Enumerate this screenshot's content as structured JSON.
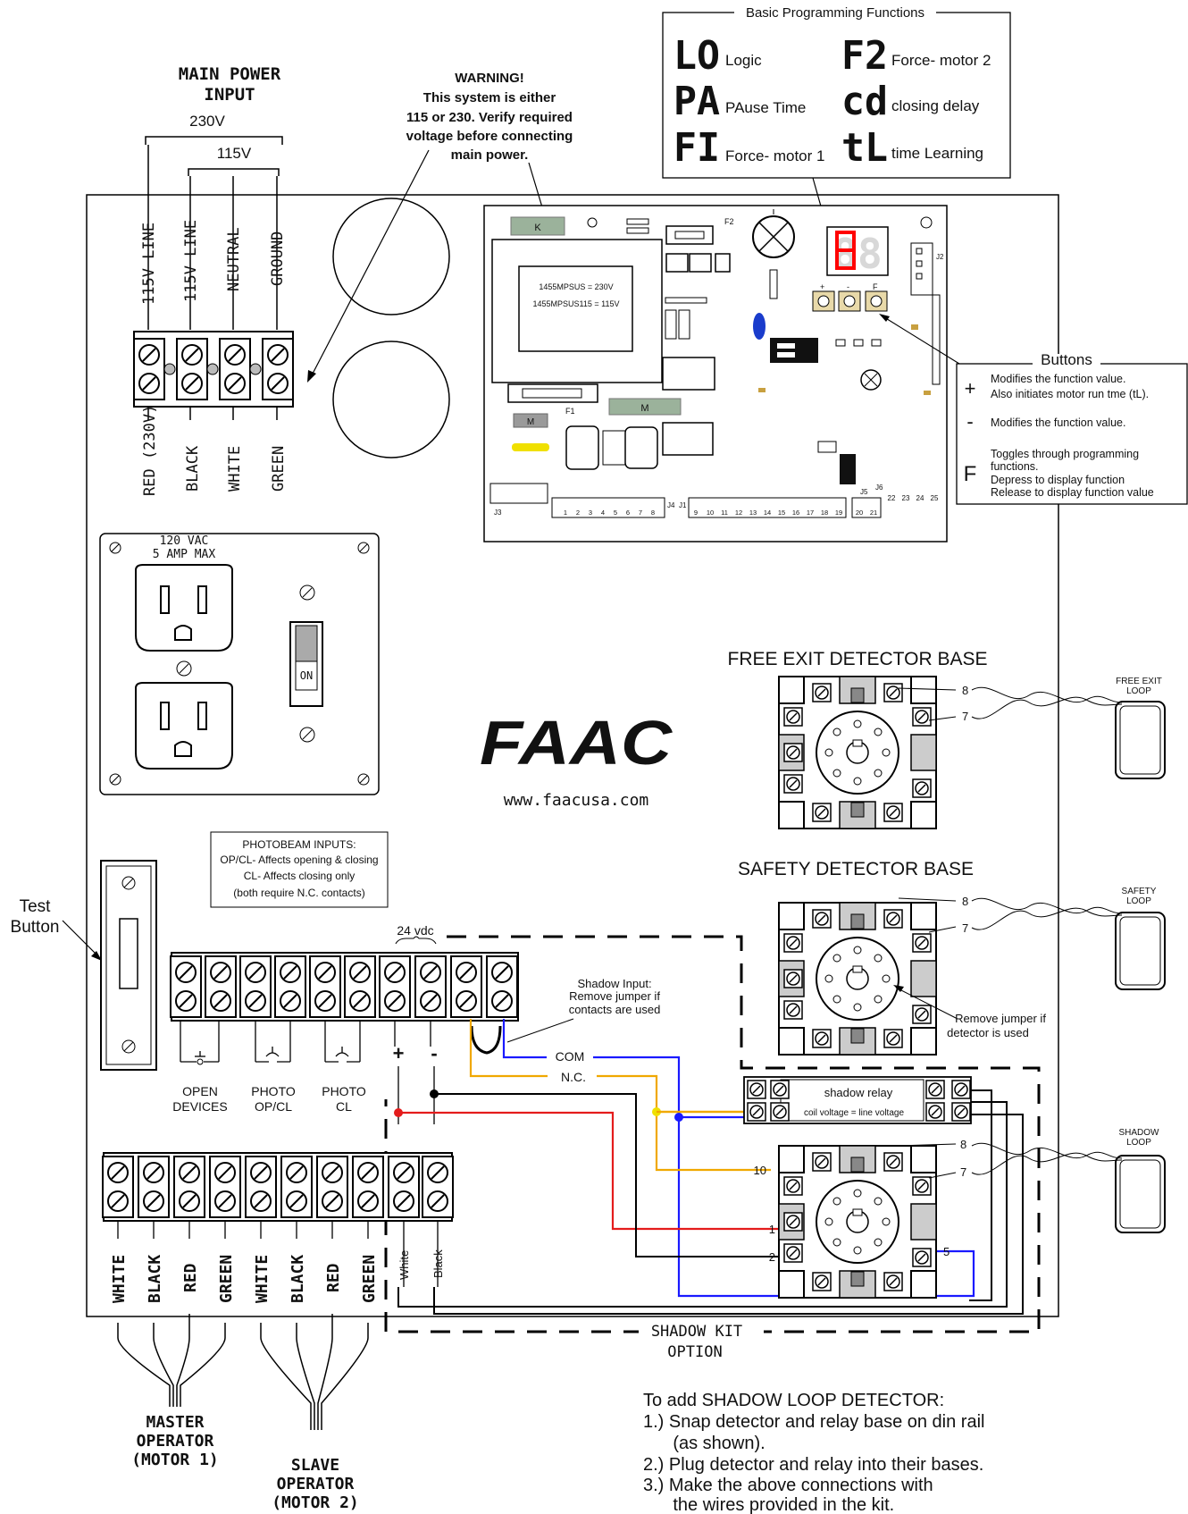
{
  "main_power": {
    "title_line1": "MAIN POWER",
    "title_line2": "INPUT",
    "v230": "230V",
    "v115": "115V",
    "top_labels": [
      "115V LINE",
      "115V LINE",
      "NEUTRAL",
      "GROUND"
    ],
    "bottom_labels": [
      "RED (230V)",
      "BLACK",
      "WHITE",
      "GREEN"
    ]
  },
  "warning": {
    "lines": [
      "WARNING!",
      "This system is either",
      "115 or 230.  Verify required",
      "voltage before connecting",
      "main power."
    ]
  },
  "programming": {
    "title": "Basic Programming Functions",
    "items": [
      {
        "code": "LO",
        "label": "Logic"
      },
      {
        "code": "PA",
        "label": "PAuse Time"
      },
      {
        "code": "FI",
        "label": "Force- motor 1"
      },
      {
        "code": "F2",
        "label": "Force- motor 2"
      },
      {
        "code": "cd",
        "label": "closing delay"
      },
      {
        "code": "tL",
        "label": "time Learning"
      }
    ]
  },
  "buttons_legend": {
    "title": "Buttons",
    "rows": [
      {
        "symbol": "+",
        "lines": [
          "Modifies the function value.",
          "Also initiates motor run tme (tL)."
        ]
      },
      {
        "symbol": "-",
        "lines": [
          "Modifies the function value."
        ]
      },
      {
        "symbol": "F",
        "lines": [
          "Toggles through programming",
          "functions.",
          "Depress to display function",
          "Release to display function value"
        ]
      }
    ]
  },
  "board": {
    "transformer_lines": [
      "1455MPSUS = 230V",
      "1455MPSUS115 = 115V"
    ],
    "relay_k": "K",
    "relay_m": "M",
    "fuse_f1": "F1",
    "fuse_f2": "F2",
    "display": "88",
    "button_marks": [
      "+",
      "-",
      "F"
    ],
    "j1_numbers": [
      "9",
      "10",
      "11",
      "12",
      "13",
      "14",
      "15",
      "16",
      "17",
      "18",
      "19"
    ],
    "j4_numbers": [
      "1",
      "2",
      "3",
      "4",
      "5",
      "6",
      "7",
      "8"
    ],
    "j5_numbers": [
      "20",
      "21"
    ],
    "j6_numbers": [
      "22",
      "23",
      "24",
      "25"
    ],
    "connector_labels": [
      "J1",
      "J2",
      "J3",
      "J4",
      "J5",
      "J6"
    ]
  },
  "outlet": {
    "rating_line1": "120 VAC",
    "rating_line2": "5 AMP MAX",
    "switch_label": "ON"
  },
  "logo": {
    "brand": "FAAC",
    "url": "www.faacusa.com"
  },
  "photobeam": {
    "lines": [
      "PHOTOBEAM INPUTS:",
      "OP/CL- Affects opening & closing",
      "CL- Affects closing only",
      "(both require N.C. contacts)"
    ]
  },
  "test_button": {
    "line1": "Test",
    "line2": "Button"
  },
  "terminal_labels": {
    "vdc": "24 vdc",
    "plus": "+",
    "minus": "-",
    "open_devices": [
      "OPEN",
      "DEVICES"
    ],
    "photo_opcl": [
      "PHOTO",
      "OP/CL"
    ],
    "photo_cl": [
      "PHOTO",
      "CL"
    ],
    "shadow_input": [
      "Shadow Input:",
      "Remove jumper if",
      "contacts are used"
    ],
    "com": "COM",
    "nc": "N.C."
  },
  "detectors": {
    "free_exit_title": "FREE EXIT DETECTOR BASE",
    "safety_title": "SAFETY DETECTOR BASE",
    "remove_jumper": [
      "Remove jumper if",
      "detector is used"
    ],
    "pin8": "8",
    "pin7": "7",
    "pin10": "10",
    "pin1": "1",
    "pin2": "2",
    "pin5": "5"
  },
  "loops": {
    "free_exit": [
      "FREE EXIT",
      "LOOP"
    ],
    "safety": [
      "SAFETY",
      "LOOP"
    ],
    "shadow": [
      "SHADOW",
      "LOOP"
    ]
  },
  "shadow_relay": {
    "title": "shadow relay",
    "subtitle": "coil voltage = line voltage"
  },
  "shadow_kit": {
    "line1": "SHADOW KIT",
    "line2": "OPTION"
  },
  "motor_wires": {
    "labels": [
      "WHITE",
      "BLACK",
      "RED",
      "GREEN",
      "WHITE",
      "BLACK",
      "RED",
      "GREEN"
    ],
    "small_labels": [
      "White",
      "Black"
    ]
  },
  "operators": {
    "master": [
      "MASTER",
      "OPERATOR",
      "(MOTOR 1)"
    ],
    "slave": [
      "SLAVE",
      "OPERATOR",
      "(MOTOR 2)"
    ]
  },
  "instructions": {
    "lines": [
      "To add SHADOW LOOP DETECTOR:",
      "1.) Snap detector and relay base on din rail",
      "      (as shown).",
      "2.) Plug detector and relay into their bases.",
      "3.) Make the above connections with",
      "      the wires provided in the kit."
    ]
  },
  "colors": {
    "wire_red": "#e41c1c",
    "wire_blue": "#1a1aff",
    "wire_yellow": "#f0a800",
    "display_red": "#ff0000",
    "relay_green": "#9bb29b",
    "relay_gray": "#9a9a9a"
  }
}
